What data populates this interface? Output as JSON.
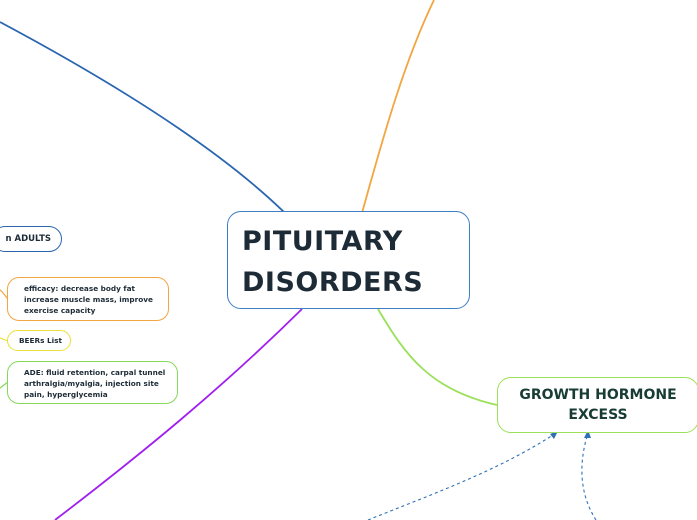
{
  "central": {
    "lines": [
      "PITUITARY",
      "DISORDERS"
    ]
  },
  "growth_hormone_excess": {
    "lines": [
      "GROWTH HORMONE",
      "EXCESS"
    ]
  },
  "adults_node": {
    "label": "n ADULTS"
  },
  "efficacy_node": {
    "lines": [
      "efficacy: decrease body fat",
      "increase muscle mass, improve",
      "exercise capacity"
    ]
  },
  "beers_node": {
    "label": "BEERs List"
  },
  "ade_node": {
    "lines": [
      "ADE: fluid retention, carpal tunnel",
      "arthralgia/myalgia, injection site",
      "pain, hyperglycemia"
    ]
  },
  "colors": {
    "central_border": "#3d7fc2",
    "blue_branch": "#2a66b0",
    "orange_branch": "#f2a541",
    "purple_branch": "#a020f0",
    "green_branch": "#9be05a",
    "dashed_connector": "#2f6fb5",
    "yellow_border": "#e8e03c",
    "light_green_border": "#86d85a"
  }
}
